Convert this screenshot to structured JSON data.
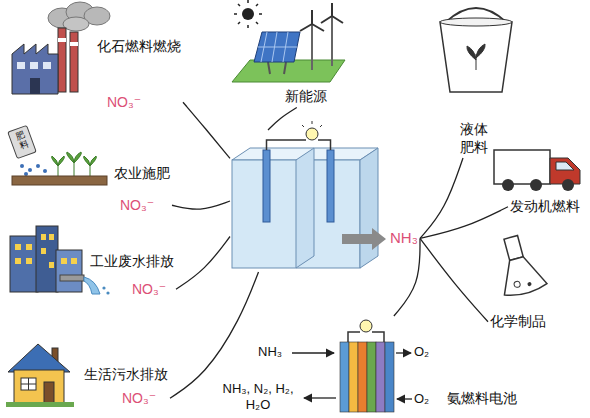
{
  "diagram": {
    "nodes": [
      {
        "text": [
          "化石燃料燃烧",
          "NO₃⁻"
        ]
      },
      {
        "text": [
          "新能源"
        ]
      },
      {
        "text": [
          "液体 肥料"
        ]
      },
      {
        "text": [
          "农业施肥",
          "NO₃⁻"
        ]
      },
      {
        "text": [
          "NH₃"
        ]
      },
      {
        "text": [
          "发动机燃料"
        ]
      },
      {
        "text": [
          "工业废水排放",
          "NO₃⁻"
        ]
      },
      {
        "text": [
          "化学制品"
        ]
      },
      {
        "text": [
          "生活污水排放",
          "NO₃⁻"
        ]
      },
      {
        "text": [
          "氨燃料电池"
        ]
      }
    ],
    "edges": [
      {
        "from": 0,
        "to": 4,
        "arrow": "none"
      },
      {
        "from": 3,
        "to": 4,
        "arrow": "none"
      },
      {
        "from": 6,
        "to": 4,
        "arrow": "none"
      },
      {
        "from": 8,
        "to": 4,
        "arrow": "none"
      },
      {
        "from": 1,
        "to": 4,
        "arrow": "none"
      },
      {
        "from": 4,
        "to": 2,
        "arrow": "none"
      },
      {
        "from": 4,
        "to": 5,
        "arrow": "none"
      },
      {
        "from": 4,
        "to": 7,
        "arrow": "none"
      },
      {
        "from": 4,
        "to": 9,
        "arrow": "none"
      }
    ],
    "labels": [
      "肥料",
      "NH₃",
      "O₂",
      "NH₃, N₂, H₂, H₂O",
      "O₂"
    ]
  }
}
